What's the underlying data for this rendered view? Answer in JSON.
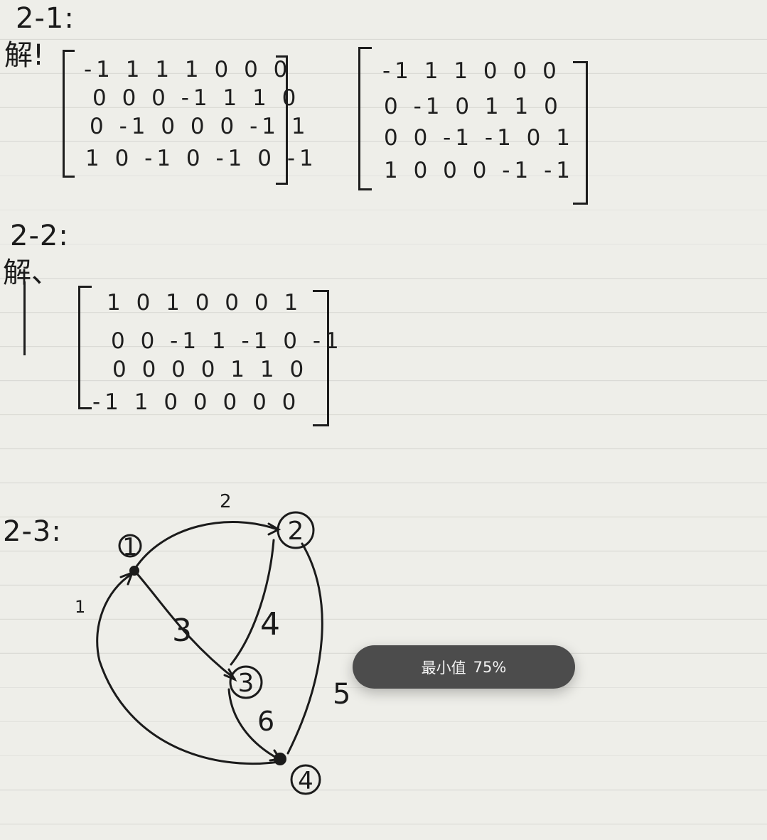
{
  "note": {
    "section_2_1": {
      "label": "2-1:",
      "solution_mark": "解!",
      "matrix_a": [
        "-1 1 1 1 0 0 0",
        "0 0 0 -1 1 1 0",
        "0 -1 0 0 0 -1 1",
        "1 0 -1 0 -1 0 -1"
      ],
      "matrix_b": [
        "-1 1 1 0 0 0",
        "0 -1 0 1 1 0",
        "0 0 -1 -1 0 1",
        "1 0 0 0 -1 -1"
      ]
    },
    "section_2_2": {
      "label": "2-2:",
      "solution_mark": "解、",
      "matrix": [
        "1 0 1 0 0 0 1",
        "0 0 -1 1 -1 0 -1",
        "0 0 0 0 1 1 0",
        "-1 1 0 0 0 0 0"
      ]
    },
    "section_2_3": {
      "label": "2-3:",
      "nodes": [
        "1",
        "2",
        "3",
        "4"
      ],
      "edge_labels": [
        "1",
        "2",
        "3",
        "4",
        "5",
        "6"
      ]
    }
  },
  "toast": {
    "label": "最小值",
    "value": "75%"
  }
}
